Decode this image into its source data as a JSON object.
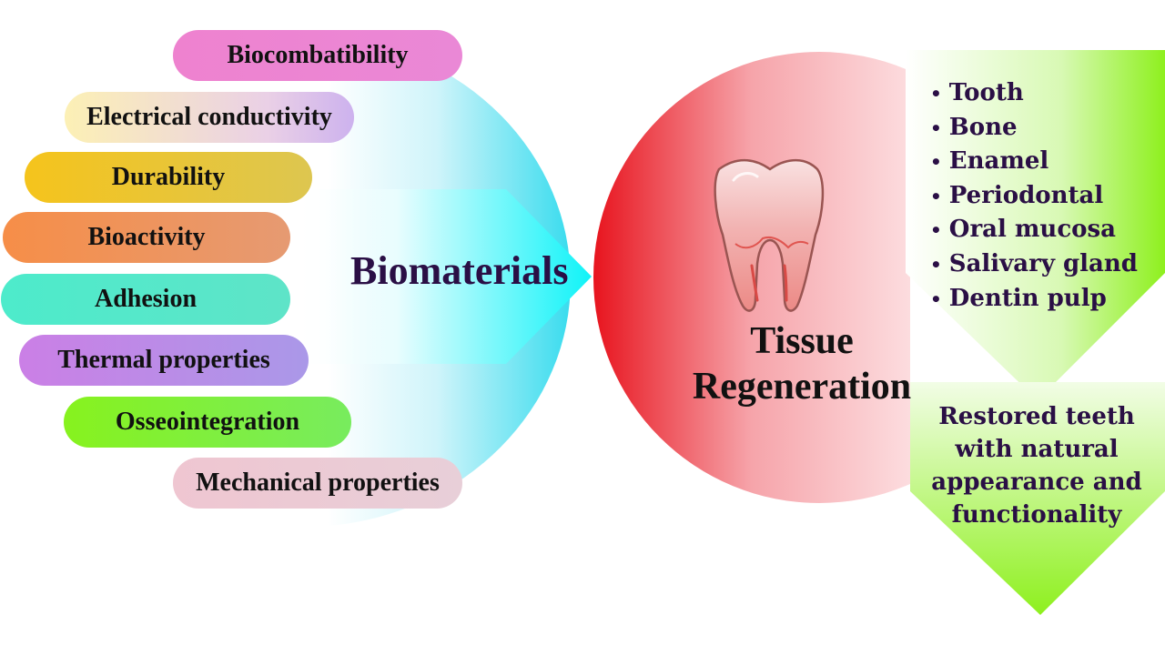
{
  "properties": [
    {
      "label": "Biocombatibility",
      "color": "#ee82cf"
    },
    {
      "label": "Electrical conductivity",
      "color": "#fbeeb8"
    },
    {
      "label": "Durability",
      "color": "#f4c21e"
    },
    {
      "label": "Bioactivity",
      "color": "#f5924a"
    },
    {
      "label": "Adhesion",
      "color": "#4aeac8"
    },
    {
      "label": "Thermal properties",
      "color": "#c97fe6"
    },
    {
      "label": "Osseointegration",
      "color": "#86f21e"
    },
    {
      "label": "Mechanical properties",
      "color": "#eec6d2"
    }
  ],
  "biomaterials": {
    "label": "Biomaterials",
    "color": "#3fdcef"
  },
  "tissue": {
    "label_line1": "Tissue",
    "label_line2": "Regeneration",
    "color": "#e8141e"
  },
  "tissue_types": [
    "Tooth",
    "Bone",
    "Enamel",
    "Periodontal",
    "Oral mucosa",
    "Salivary gland",
    "Dentin pulp"
  ],
  "outcome": {
    "text": "Restored teeth with natural appearance and functionality",
    "color": "#8ef01e"
  },
  "icons": {
    "tooth": "tooth-icon",
    "bullet": "•"
  }
}
